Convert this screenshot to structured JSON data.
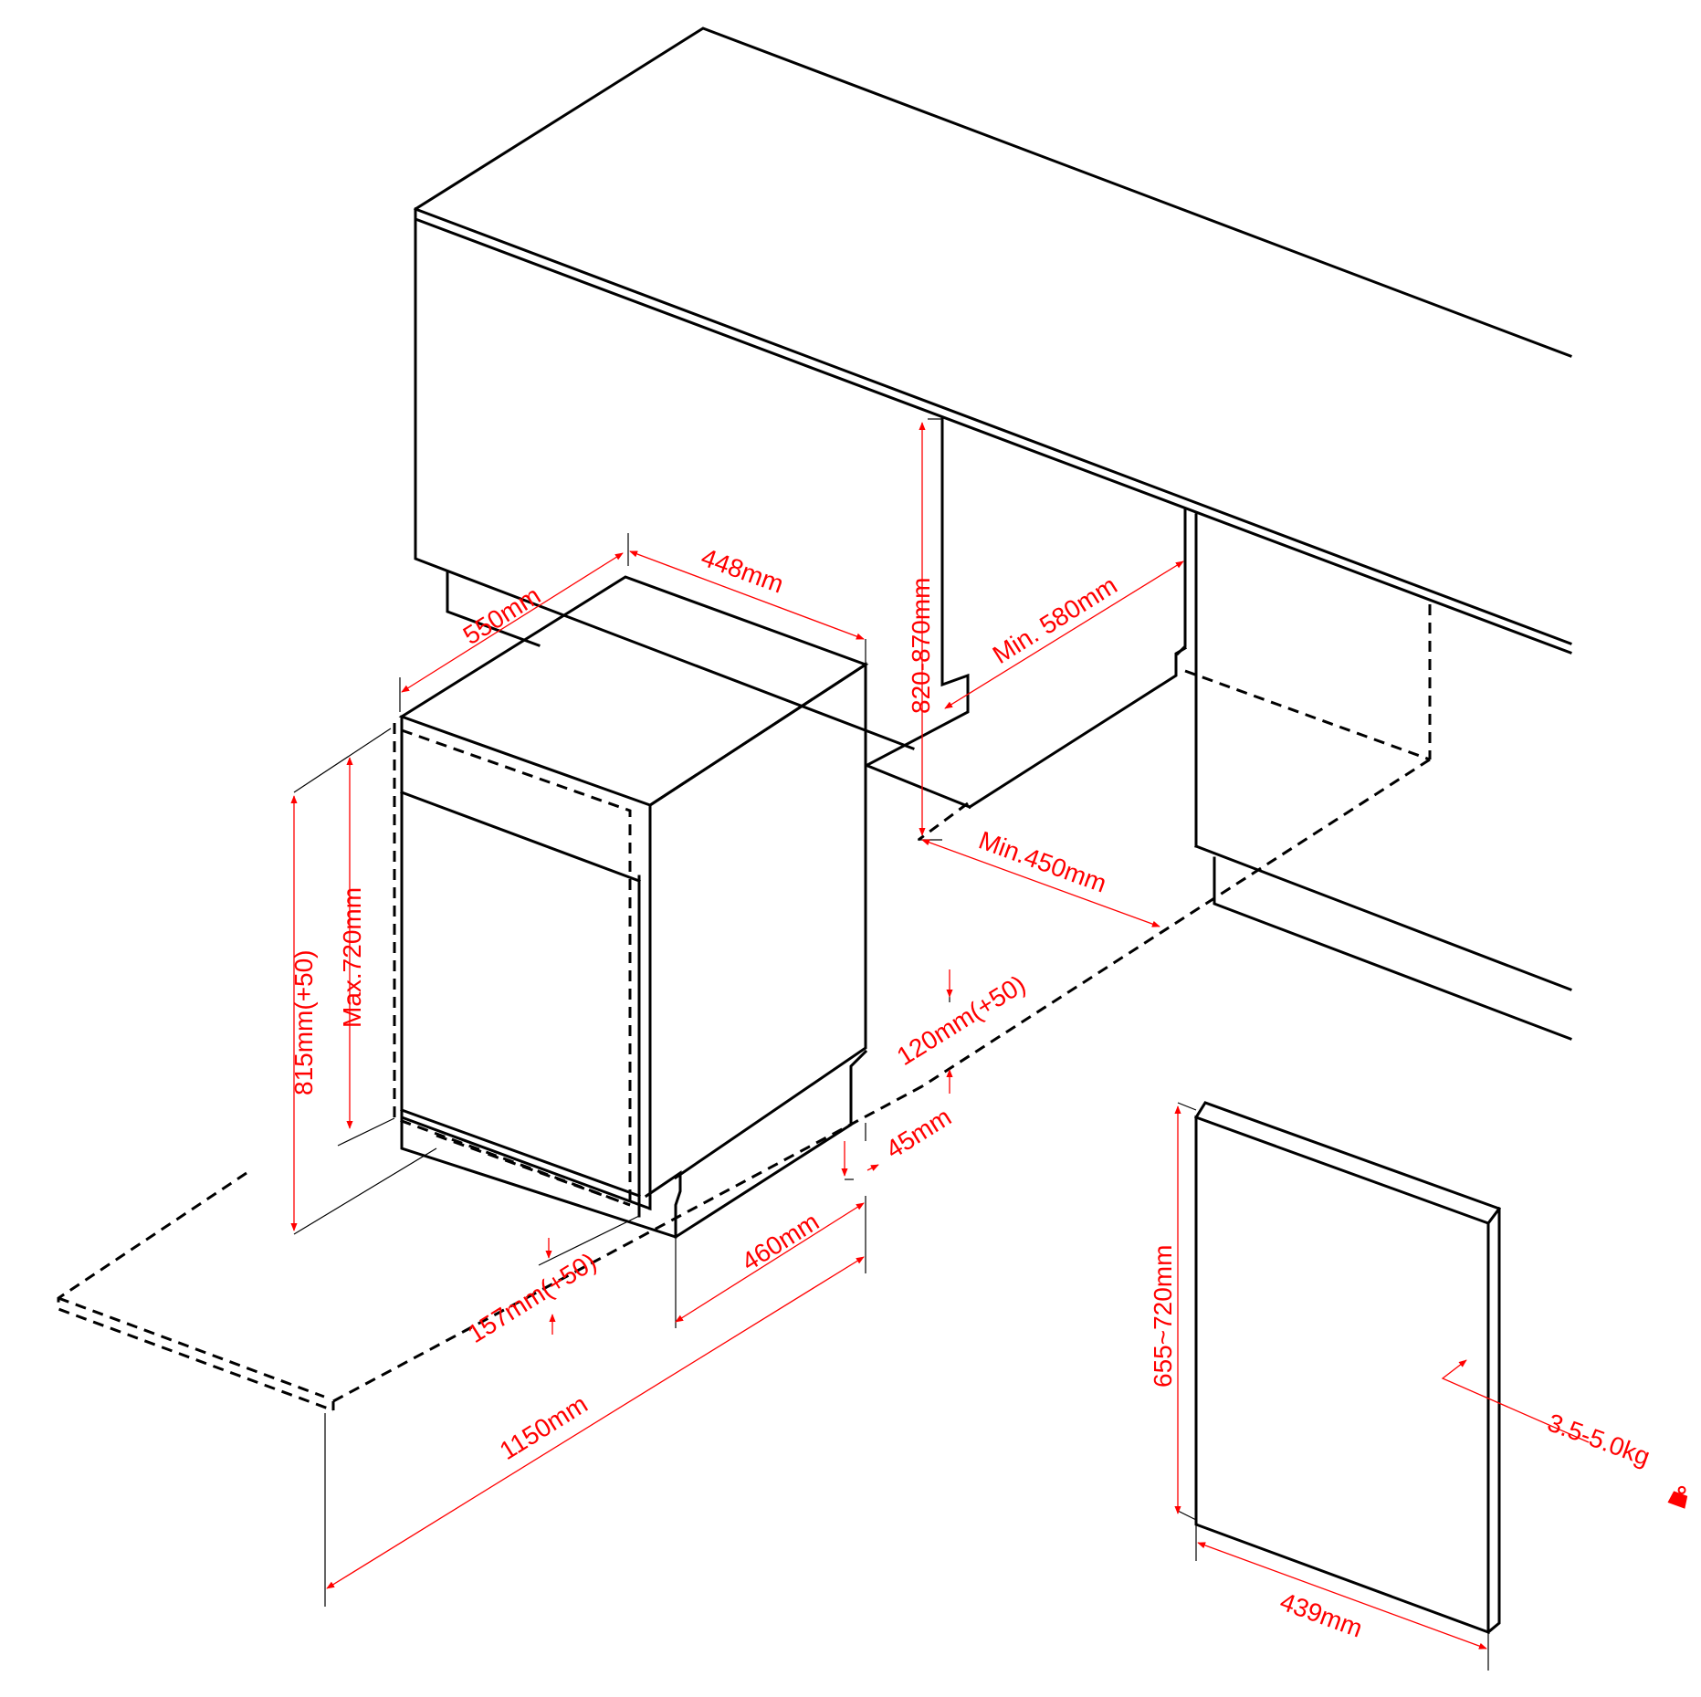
{
  "colors": {
    "line": "#000000",
    "dimension": "#ff0000",
    "background": "#ffffff"
  },
  "labels": {
    "depth_550": "550mm",
    "width_448": "448mm",
    "niche_height": "820-870mm",
    "min_depth_580": "Min. 580mm",
    "min_width_450": "Min.450mm",
    "height_815": "815mm(+50)",
    "max_720": "Max.720mm",
    "plinth_120": "120mm(+50)",
    "gap_45": "45mm",
    "side_460": "460mm",
    "door_157": "157mm(+50)",
    "total_1150": "1150mm",
    "panel_height": "655~720mm",
    "panel_width": "439mm",
    "panel_weight": "3.5-5.0kg"
  },
  "icons": {
    "weight": "weight-icon"
  }
}
